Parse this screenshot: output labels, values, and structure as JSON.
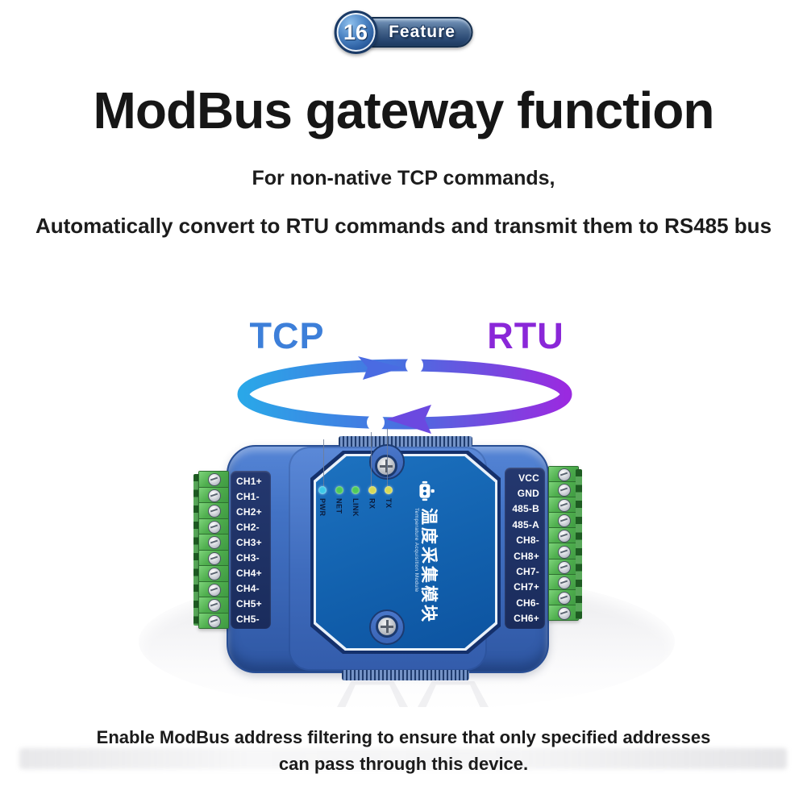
{
  "badge": {
    "number": "16",
    "label": "Feature"
  },
  "heading": {
    "title": "ModBus gateway function",
    "subtitle1": "For non-native TCP commands,",
    "subtitle2": "Automatically convert to RTU commands and transmit them to RS485 bus"
  },
  "cycle_diagram": {
    "left_protocol": {
      "label": "TCP",
      "color": "#3d7fd9"
    },
    "right_protocol": {
      "label": "RTU",
      "color": "#8a27d8"
    },
    "gradient": {
      "from": "#2aa7e8",
      "mid": "#4a6ee0",
      "to": "#9a2ae0"
    }
  },
  "device": {
    "left_terminals": [
      "CH1+",
      "CH1-",
      "CH2+",
      "CH2-",
      "CH3+",
      "CH3-",
      "CH4+",
      "CH4-",
      "CH5+",
      "CH5-"
    ],
    "right_terminals": [
      "VCC",
      "GND",
      "485-B",
      "485-A",
      "CH8-",
      "CH8+",
      "CH7-",
      "CH7+",
      "CH6-",
      "CH6+"
    ],
    "leds": [
      {
        "label": "PWR",
        "color": "#3cc8e8"
      },
      {
        "label": "NET",
        "color": "#4ec95a"
      },
      {
        "label": "LINK",
        "color": "#4ec95a"
      },
      {
        "label": "RX",
        "color": "#d6d957"
      },
      {
        "label": "TX",
        "color": "#d6d957"
      }
    ],
    "panel": {
      "brand_cn": "温度采集模块",
      "brand_en": "Temperature Acquisition Module"
    },
    "colors": {
      "body_blue": "#3d6cc0",
      "panel_blue": "#1261ae",
      "label_strip_navy": "#1d2f63",
      "terminal_green": "#4fae4e"
    }
  },
  "footer": {
    "text": "Enable ModBus address filtering to ensure that only specified addresses can pass through this device."
  }
}
